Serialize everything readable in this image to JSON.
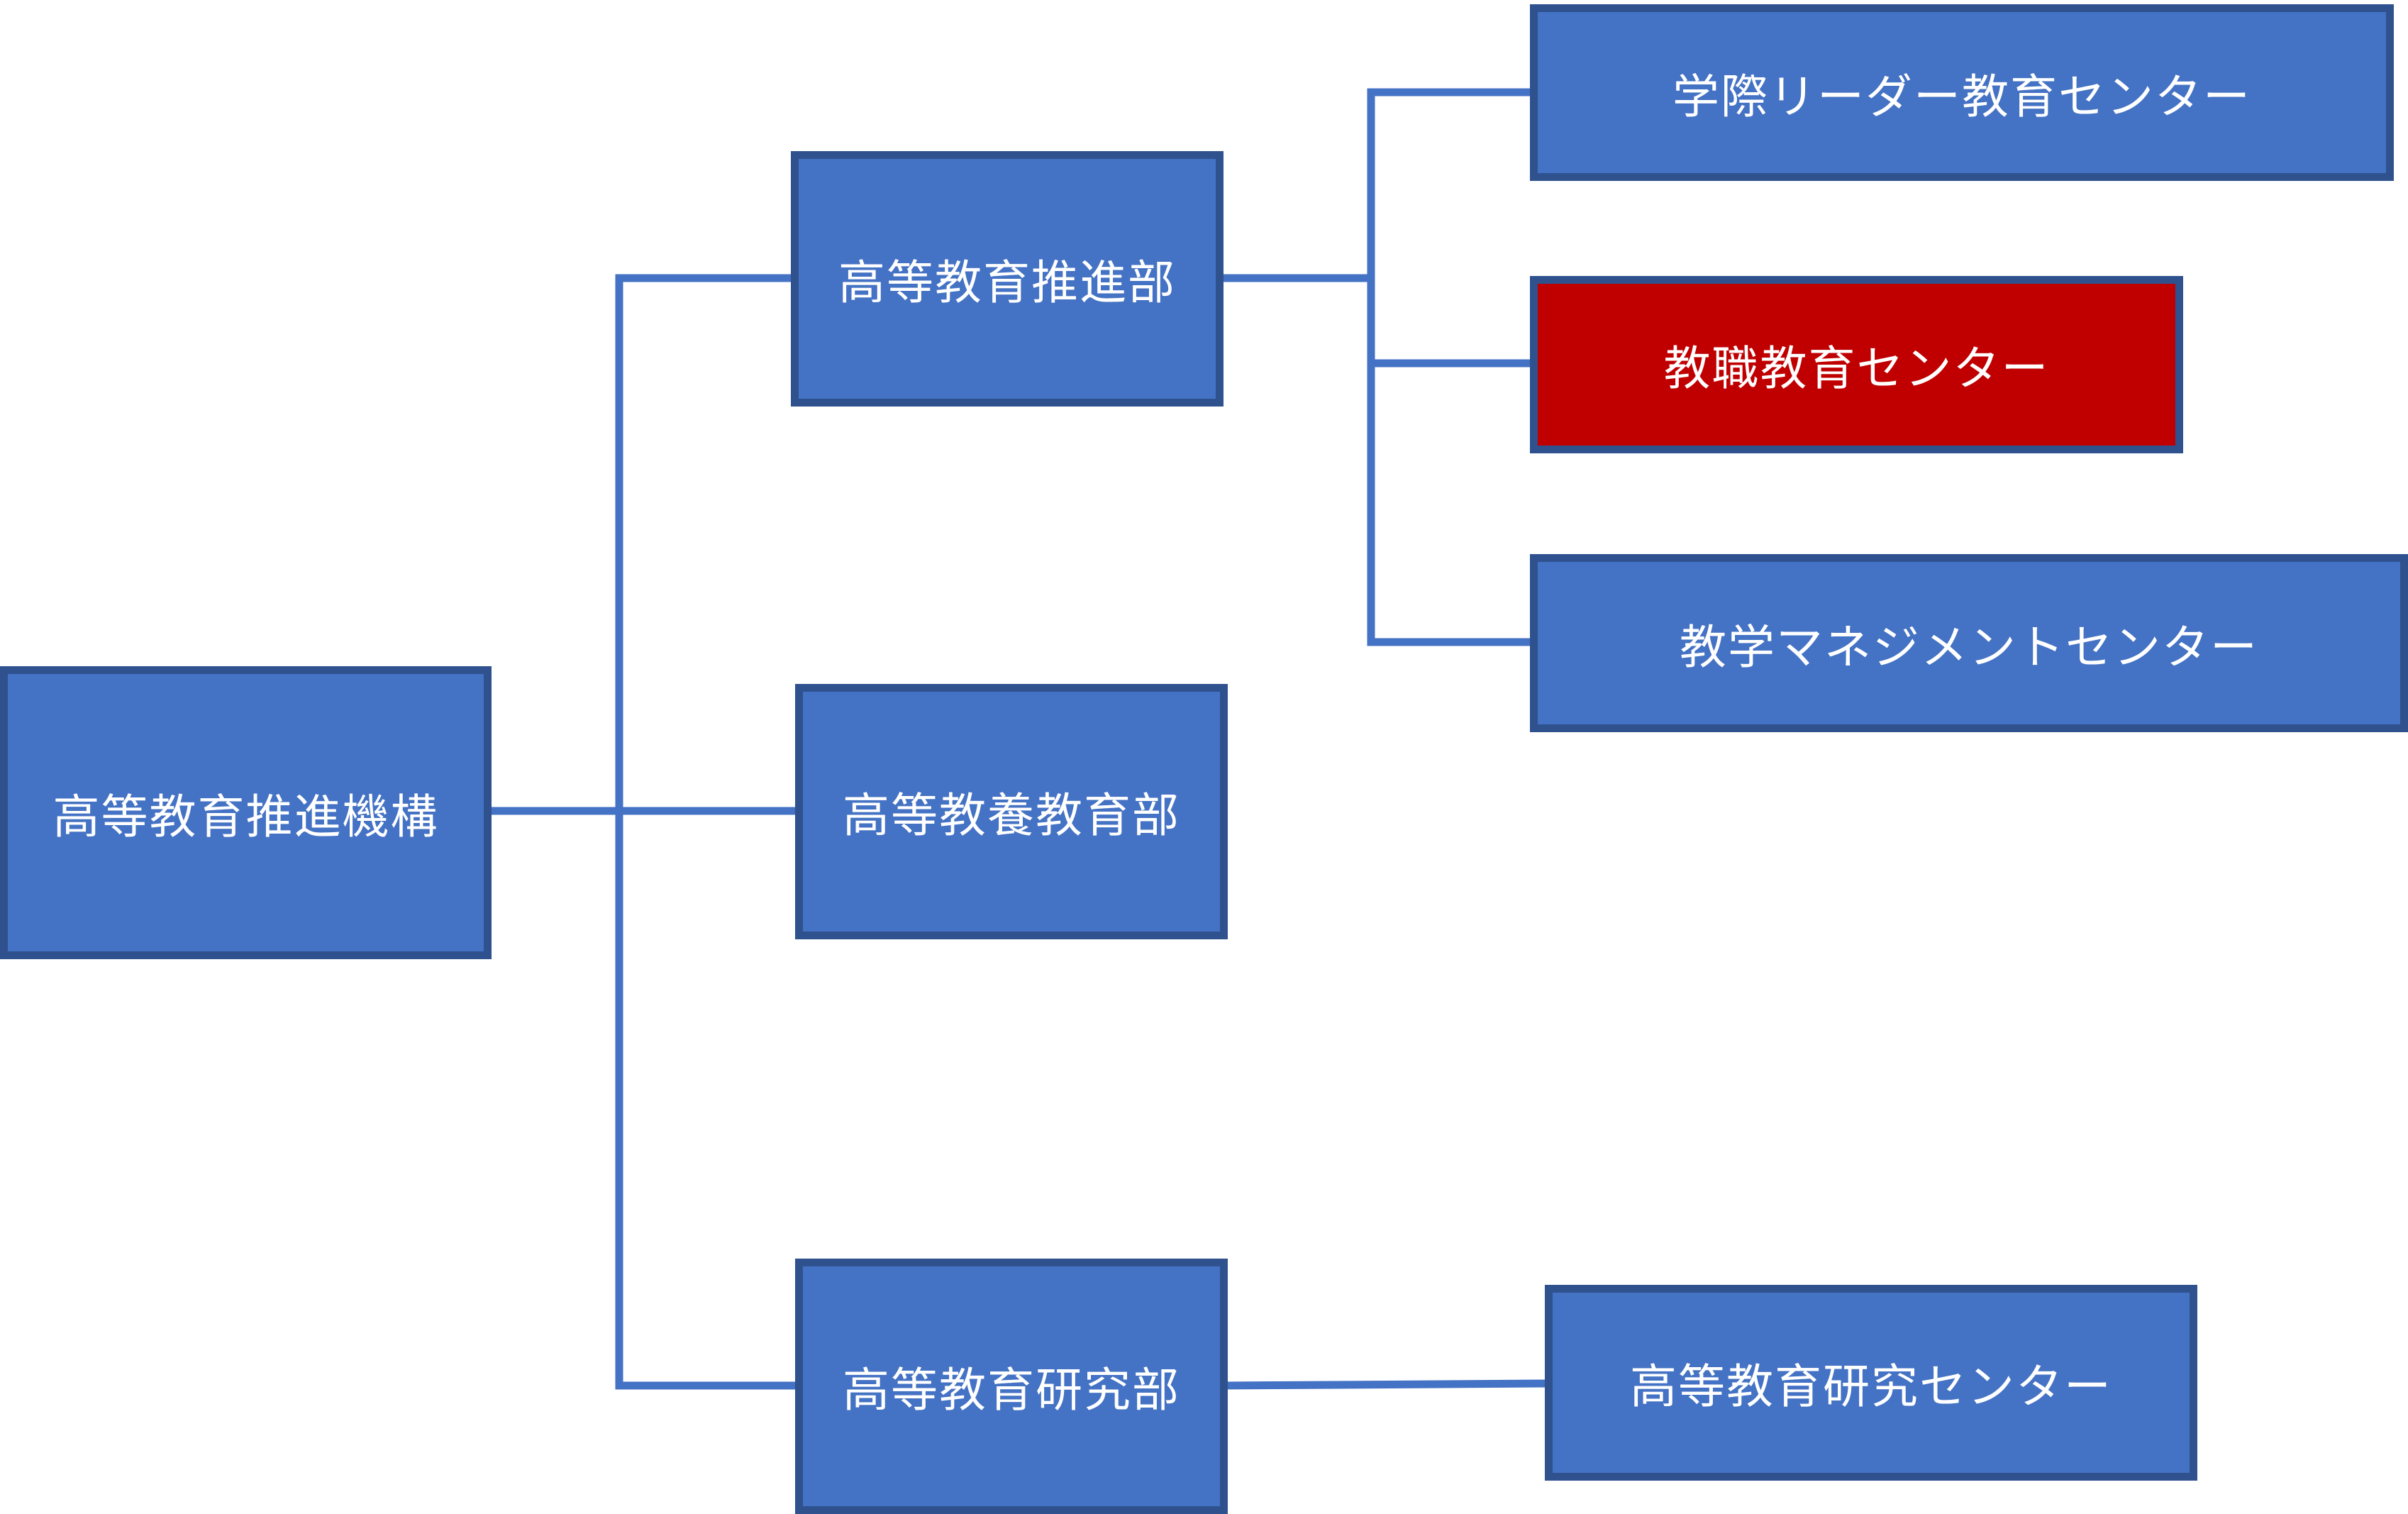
{
  "colors": {
    "node_fill": "#4472c4",
    "node_border": "#2f528f",
    "highlight_fill": "#c00000",
    "connector": "#4472c4",
    "text": "#ffffff"
  },
  "nodes": {
    "root": "高等教育推進機構",
    "promotion_dept": "高等教育推進部",
    "liberal_arts_dept": "高等教養教育部",
    "research_dept": "高等教育研究部",
    "leader_center": "学際リーダー教育センター",
    "teacher_center": "教職教育センター",
    "management_center": "教学マネジメントセンター",
    "research_center": "高等教育研究センター"
  },
  "highlighted_node": "teacher_center"
}
